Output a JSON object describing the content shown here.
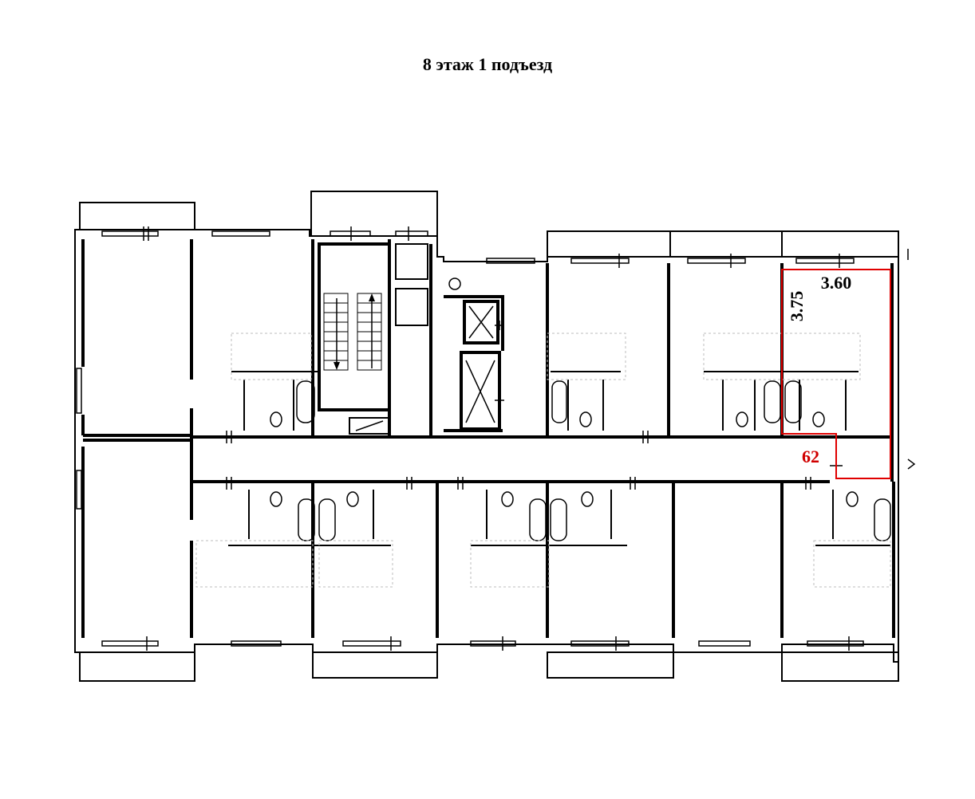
{
  "title": "8 этаж 1 подъезд",
  "highlight": {
    "room_width": "3.60",
    "room_length": "3.75",
    "room_number": "62"
  },
  "colors": {
    "wall": "#000000",
    "highlight": "#e00000",
    "room_number": "#d00000",
    "faint": "#bdbdbd"
  },
  "icons": [
    "stair-arrow-up-icon",
    "stair-arrow-down-icon",
    "elevator-shaft-icon",
    "bathtub-icon",
    "toilet-icon",
    "sink-icon",
    "window-icon"
  ]
}
